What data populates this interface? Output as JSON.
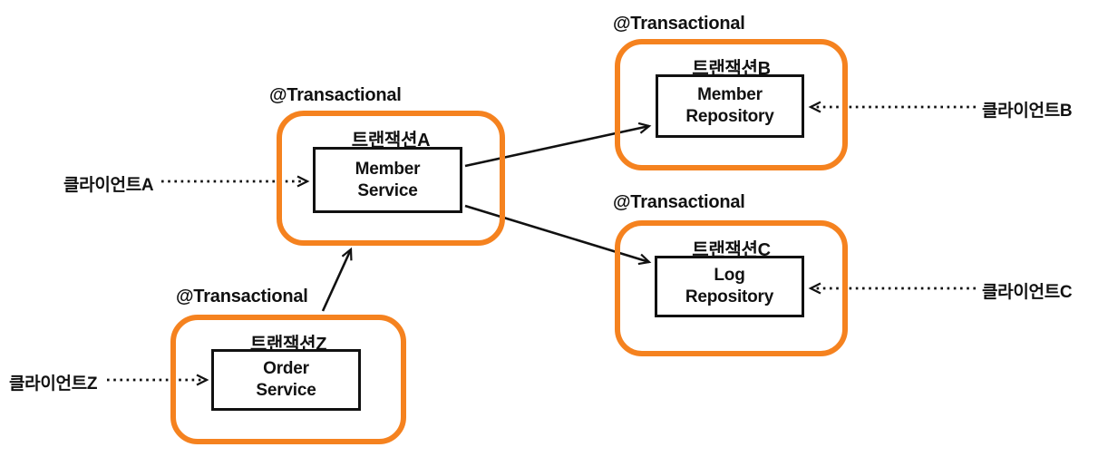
{
  "colors": {
    "accent_orange": "#F5821F",
    "ink": "#111111"
  },
  "transactions": [
    {
      "id": "A",
      "annotation": "@Transactional",
      "title": "트랜잭션A",
      "component": "Member\nService"
    },
    {
      "id": "B",
      "annotation": "@Transactional",
      "title": "트랜잭션B",
      "component": "Member\nRepository"
    },
    {
      "id": "C",
      "annotation": "@Transactional",
      "title": "트랜잭션C",
      "component": "Log\nRepository"
    },
    {
      "id": "Z",
      "annotation": "@Transactional",
      "title": "트랜잭션Z",
      "component": "Order\nService"
    }
  ],
  "clients": [
    {
      "id": "A",
      "label": "클라이언트A"
    },
    {
      "id": "B",
      "label": "클라이언트B"
    },
    {
      "id": "C",
      "label": "클라이언트C"
    },
    {
      "id": "Z",
      "label": "클라이언트Z"
    }
  ]
}
